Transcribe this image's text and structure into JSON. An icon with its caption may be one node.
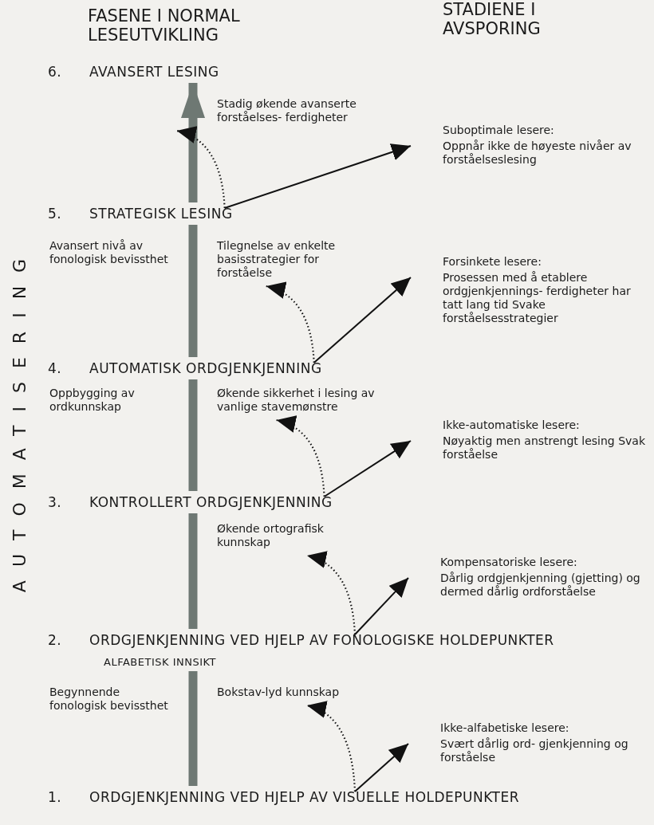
{
  "diagram": {
    "nodes": [
      {
        "text": [
          "6.",
          "AVANSERT LESING"
        ]
      },
      {
        "text": [
          "Stadig økende avanserte forståelses- ferdigheter"
        ]
      },
      {
        "text": [
          "Suboptimale lesere:",
          "Oppnår ikke de høyeste nivåer av forståelseslesing"
        ]
      },
      {
        "text": [
          "5.",
          "STRATEGISK LESING"
        ]
      },
      {
        "text": [
          "Avansert nivå av fonologisk bevissthet"
        ]
      },
      {
        "text": [
          "Tilegnelse av enkelte basisstrategier for forståelse"
        ]
      },
      {
        "text": [
          "Forsinkete lesere:",
          "Prosessen med å etablere ordgjenkjennings- ferdigheter har tatt lang tid Svake forståelsesstrategier"
        ]
      },
      {
        "text": [
          "4.",
          "AUTOMATISK ORDGJENKJENNING"
        ]
      },
      {
        "text": [
          "Oppbygging av ordkunnskap"
        ]
      },
      {
        "text": [
          "Økende sikkerhet i lesing av vanlige stavemønstre"
        ]
      },
      {
        "text": [
          "Ikke-automatiske lesere:",
          "Nøyaktig men anstrengt lesing Svak forståelse"
        ]
      },
      {
        "text": [
          "3.",
          "KONTROLLERT ORDGJENKJENNING"
        ]
      },
      {
        "text": [
          "Økende ortografisk kunnskap"
        ]
      },
      {
        "text": [
          "Kompensatoriske lesere:",
          "Dårlig ordgjenkjenning (gjetting) og dermed dårlig ordforståelse"
        ]
      },
      {
        "text": [
          "2.",
          "ORDGJENKJENNING VED HJELP AV FONOLOGISKE HOLDEPUNKTER"
        ],
        "beside": [
          "ALFABETISK INNSIKT"
        ]
      },
      {
        "text": [
          "Begynnende fonologisk bevissthet"
        ]
      },
      {
        "text": [
          "Bokstav-lyd kunnskap"
        ]
      },
      {
        "text": [
          "Ikke-alfabetiske lesere:",
          "Svært dårlig ord- gjenkjenning og forståelse"
        ]
      },
      {
        "text": [
          "1.",
          "ORDGJENKJENNING VED HJELP AV VISUELLE HOLDEPUNKTER"
        ]
      }
    ],
    "edges": [
      {
        "from": 3,
        "to": 0,
        "arrow": "to",
        "style": "thick",
        "color": "#6e7873"
      },
      {
        "from": 3,
        "to": 1,
        "arrow": "to",
        "style": "dashed"
      },
      {
        "from": 3,
        "to": 2,
        "arrow": "to"
      },
      {
        "from": 7,
        "to": 3,
        "arrow": "none",
        "style": "thick",
        "color": "#6e7873"
      },
      {
        "from": 7,
        "to": 5,
        "arrow": "to",
        "style": "dashed"
      },
      {
        "from": 7,
        "to": 6,
        "arrow": "to"
      },
      {
        "from": 11,
        "to": 7,
        "arrow": "none",
        "style": "thick",
        "color": "#6e7873"
      },
      {
        "from": 11,
        "to": 9,
        "arrow": "to",
        "style": "dashed"
      },
      {
        "from": 11,
        "to": 10,
        "arrow": "to"
      },
      {
        "from": 14,
        "to": 11,
        "arrow": "none",
        "style": "thick",
        "color": "#6e7873"
      },
      {
        "from": 14,
        "to": 12,
        "arrow": "to",
        "style": "dashed"
      },
      {
        "from": 14,
        "to": 13,
        "arrow": "to"
      },
      {
        "from": 18,
        "to": 14,
        "arrow": "none",
        "style": "thick",
        "color": "#6e7873"
      },
      {
        "from": 18,
        "to": 16,
        "arrow": "to",
        "style": "dashed"
      },
      {
        "from": 18,
        "to": 17,
        "arrow": "to"
      }
    ],
    "labels": [
      "FASENE I NORMAL LESEUTVIKLING",
      "STADIENE I AVSPORING",
      "AUTOMATISERING"
    ]
  }
}
